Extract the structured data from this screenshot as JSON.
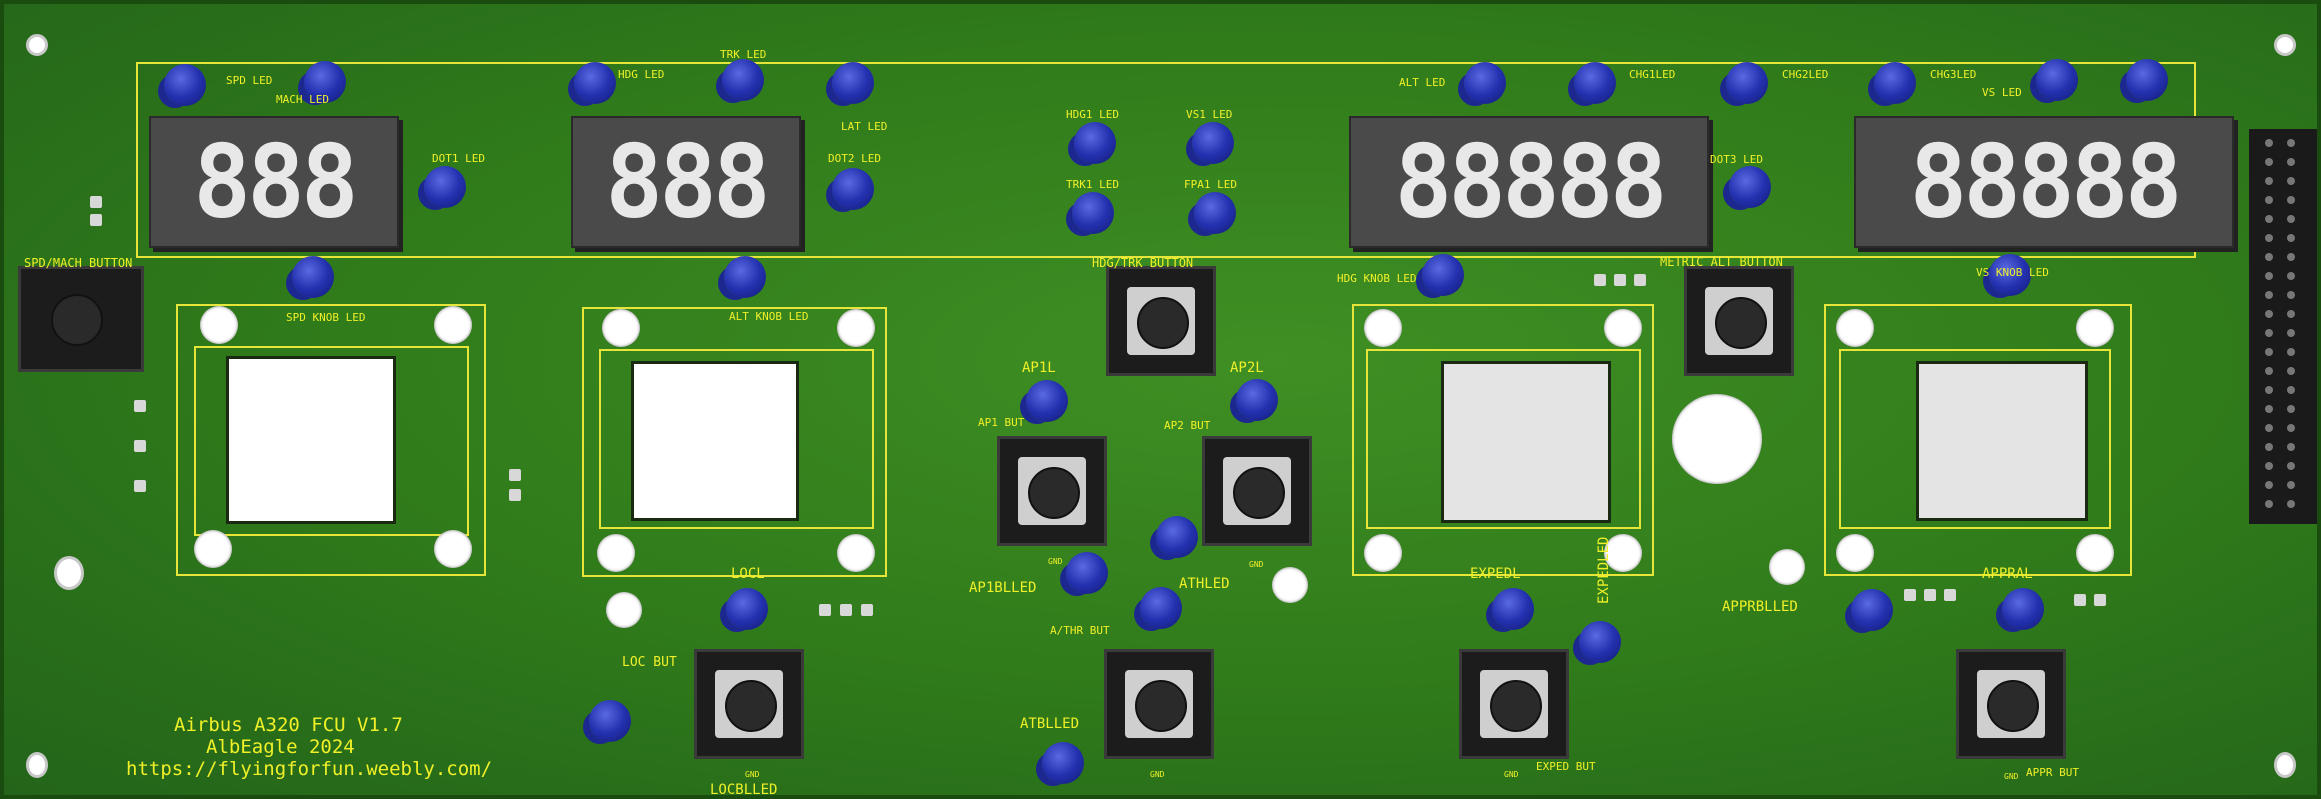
{
  "board": {
    "labels": {
      "spd_led": "SPD LED",
      "mach_led": "MACH LED",
      "dot1_led": "DOT1 LED",
      "spd_knob_led": "SPD KNOB LED",
      "spd_mach_button": "SPD/MACH BUTTON",
      "hdg_led": "HDG LED",
      "trk_led": "TRK LED",
      "lat_led": "LAT LED",
      "dot2_led": "DOT2 LED",
      "alt_knob_led": "ALT KNOB LED",
      "hdg1_led": "HDG1 LED",
      "vs1_led": "VS1 LED",
      "trk1_led": "TRK1 LED",
      "fpa1_led": "FPA1 LED",
      "hdg_trk_button": "HDG/TRK BUTTON",
      "ap1l": "AP1L",
      "ap2l": "AP2L",
      "ap1_but": "AP1 BUT",
      "ap2_but": "AP2 BUT",
      "ap1blled": "AP1BLLED",
      "athled": "ATHLED",
      "athr_but": "A/THR BUT",
      "atblled": "ATBLLED",
      "locl": "LOCL",
      "loc_but": "LOC BUT",
      "locblled": "LOCBLLED",
      "alt_led": "ALT LED",
      "chg1led": "CHG1LED",
      "chg2led": "CHG2LED",
      "chg3led": "CHG3LED",
      "vs_led": "VS LED",
      "dot3_led": "DOT3 LED",
      "hdg_knob_led": "HDG KNOB LED",
      "metric_alt_button": "METRIC ALT BUTTON",
      "vs_knob_led": "VS KNOB LED",
      "expedl": "EXPEDL",
      "expedled": "EXPEDLED",
      "exped_but": "EXPED BUT",
      "appral": "APPRAL",
      "apprblled": "APPRBLLED",
      "appr_but": "APPR BUT",
      "gnd": "GND"
    },
    "displays": {
      "spd": "888",
      "hdg": "888",
      "alt": "88888",
      "vs": "88888"
    },
    "credits": {
      "line1": "Airbus A320 FCU V1.7",
      "line2": "AlbEagle 2024",
      "line3": "https://flyingforfun.weebly.com/"
    },
    "colors": {
      "pcb": "#2f7a1a",
      "silkscreen": "#f0f028",
      "led": "#2431b0"
    }
  }
}
